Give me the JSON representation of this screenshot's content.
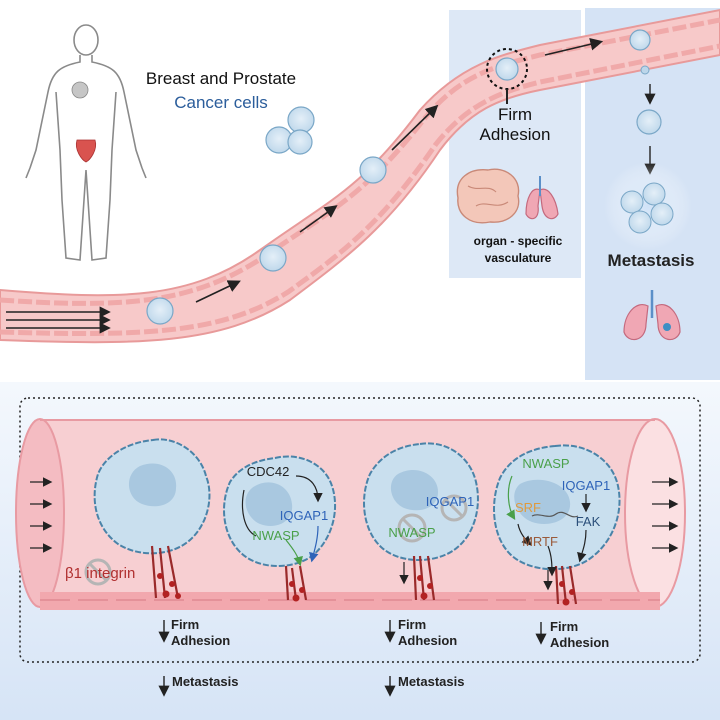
{
  "colors": {
    "vessel": "#f7c9c9",
    "vessel_wall": "#e89a9a",
    "endothelium": "#f2a6a6",
    "cell": "#c9dfee",
    "cell_edge": "#4a83a8",
    "nucleus": "#a9c8e0",
    "panel": "#dbe7f6",
    "dark_blue_text": "#2b5d9b",
    "green": "#4aa04a",
    "blue": "#2e63b8",
    "orange": "#e09a3c",
    "brown": "#9a5a3a",
    "adhesion_red": "#b22222"
  },
  "top": {
    "title_line1": "Breast and Prostate",
    "title_line2": "Cancer cells",
    "firm_adhesion_line1": "Firm",
    "firm_adhesion_line2": "Adhesion",
    "organ_line1": "organ - specific",
    "organ_line2": "vasculature",
    "metastasis": "Metastasis"
  },
  "bottom": {
    "integrin_label": "β1 integrin",
    "cells": [
      {
        "labels": []
      },
      {
        "labels": [
          "CDC42",
          "IQGAP1",
          "NWASP"
        ]
      },
      {
        "labels": [
          "IQGAP1",
          "NWASP"
        ]
      },
      {
        "labels": [
          "NWASP",
          "IQGAP1",
          "SRF",
          "FAK",
          "MRTF"
        ]
      }
    ],
    "firm_line1": "Firm",
    "firm_line2": "Adhesion",
    "metastasis": "Metastasis"
  }
}
